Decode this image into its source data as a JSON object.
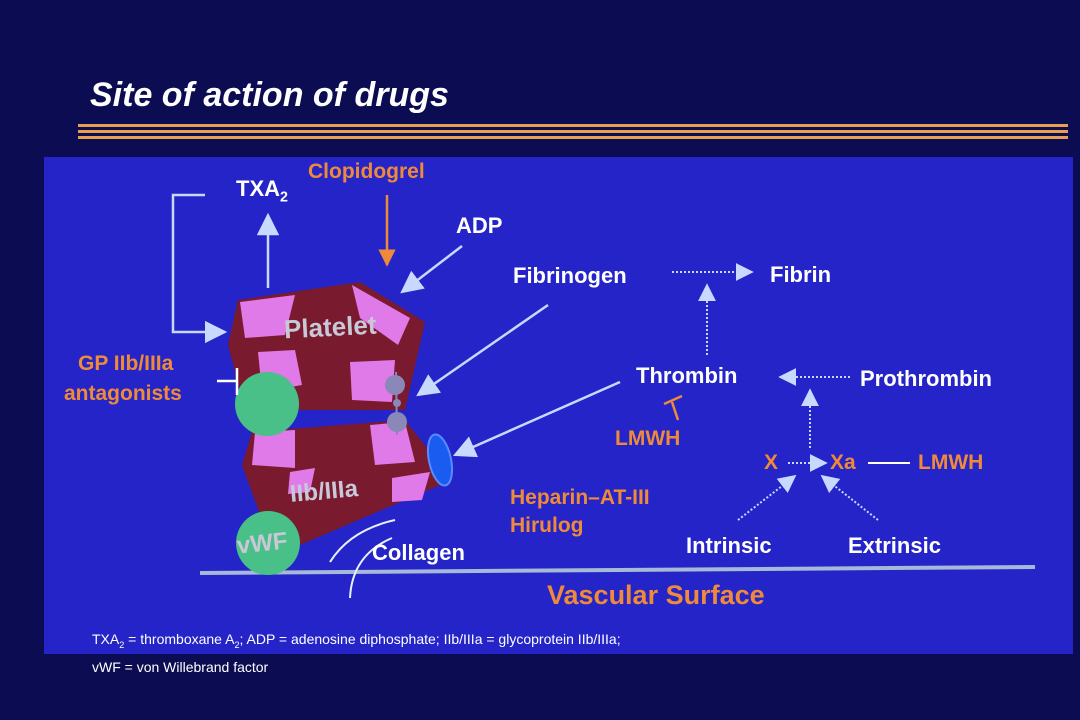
{
  "title": "Site of action of drugs",
  "labels": {
    "txa2": "TXA",
    "txa2_sub": "2",
    "clopidogrel": "Clopidogrel",
    "adp": "ADP",
    "fibrinogen": "Fibrinogen",
    "fibrin": "Fibrin",
    "gp_antagonists_1": "GP IIb/IIIa",
    "gp_antagonists_2": "antagonists",
    "thrombin": "Thrombin",
    "prothrombin": "Prothrombin",
    "lmwh_thrombin": "LMWH",
    "x": "X",
    "xa": "Xa",
    "lmwh_xa": "LMWH",
    "heparin": "Heparin–AT-III",
    "hirulog": "Hirulog",
    "intrinsic": "Intrinsic",
    "extrinsic": "Extrinsic",
    "collagen": "Collagen",
    "vascular_surface": "Vascular Surface",
    "platelet": "Platelet",
    "iib_iiia": "IIb/IIIa",
    "vwf": "vWF"
  },
  "footnote": {
    "line1_a": "TXA",
    "line1_sub1": "2",
    "line1_b": " = thromboxane A",
    "line1_sub2": "2",
    "line1_c": "; ADP = adenosine diphosphate; IIb/IIIa = glycoprotein IIb/IIIa;",
    "line2": "vWF = von Willebrand factor"
  },
  "colors": {
    "background": "#0c0c52",
    "panel": "#2424c8",
    "accent": "#ef8a3a",
    "platelet": "#7a1a2e",
    "pink": "#e07ae8",
    "green": "#48c088"
  }
}
